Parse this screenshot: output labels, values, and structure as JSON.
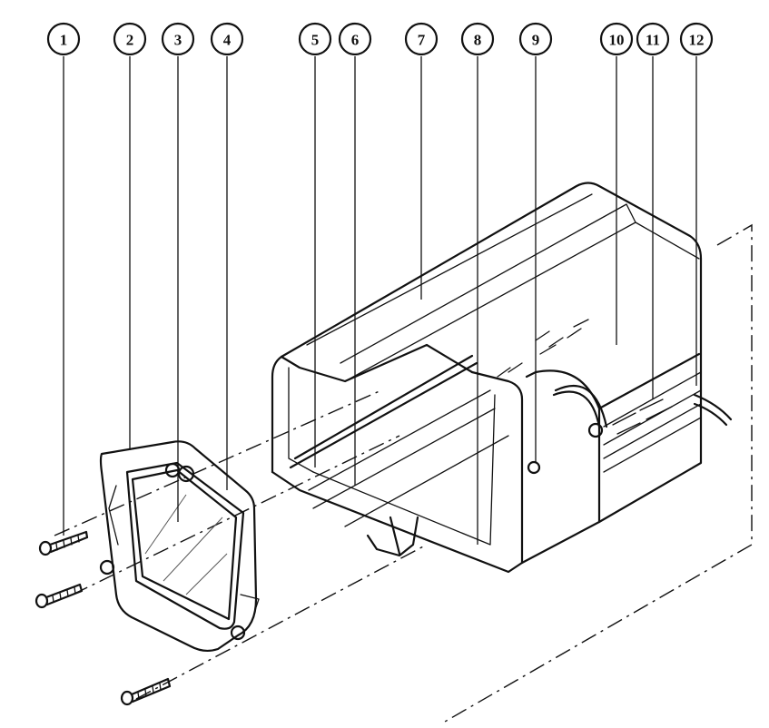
{
  "callouts": [
    "1",
    "2",
    "3",
    "4",
    "5",
    "6",
    "7",
    "8",
    "9",
    "10",
    "11",
    "12"
  ],
  "colors": {
    "ink": "#111111",
    "background": "#ffffff"
  }
}
